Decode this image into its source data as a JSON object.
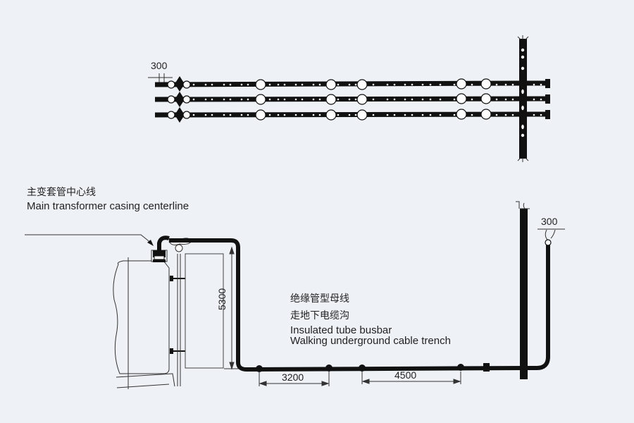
{
  "plan_view": {
    "dim_top_left": "300",
    "phases": 3
  },
  "section_view": {
    "transformer_label_cn": "主变套管中心线",
    "transformer_label_en": "Main transformer casing centerline",
    "busbar_label_cn_1": "绝缘管型母线",
    "busbar_label_cn_2": "走地下电缆沟",
    "busbar_label_en_1": "Insulated tube busbar",
    "busbar_label_en_2": "Walking underground cable trench",
    "dim_vertical": "5300",
    "dim_span_1": "3200",
    "dim_span_2": "4500",
    "dim_top_right": "300"
  },
  "colors": {
    "background": "#eef2f6",
    "ink": "#111111",
    "thin_line": "#333333"
  }
}
